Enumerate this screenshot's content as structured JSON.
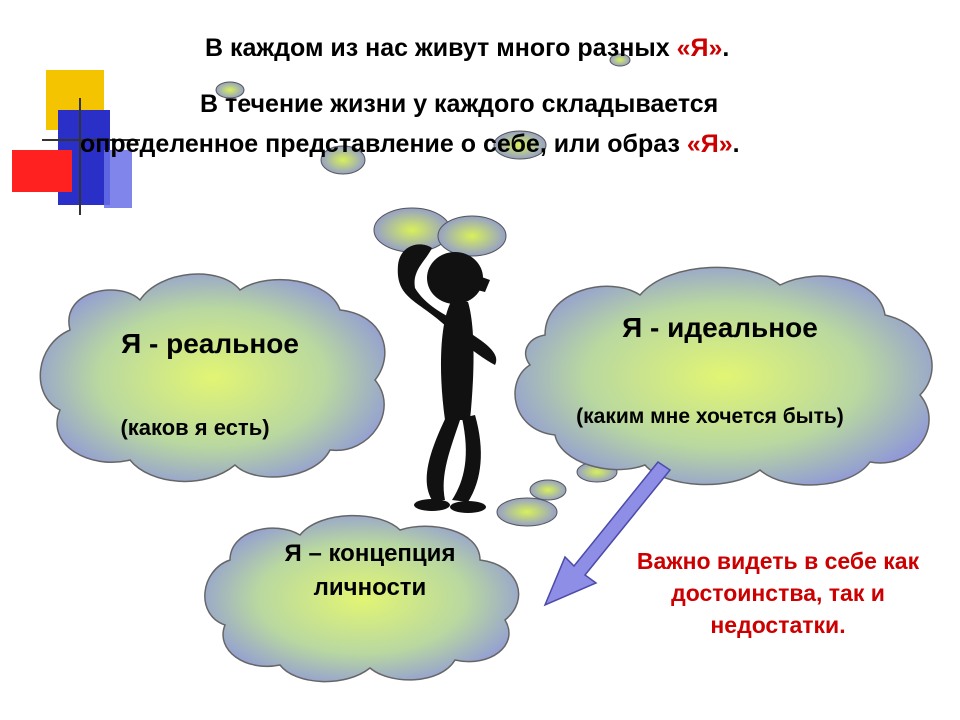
{
  "header": {
    "line1_text": "В каждом из нас живут много разных ",
    "line1_highlight": "«Я»",
    "line1_end": ".",
    "line2_text": "В течение жизни у каждого складывается",
    "line3_text": "определенное представление о себе, или образ ",
    "line3_highlight": "«Я»",
    "line3_end": "."
  },
  "clouds": {
    "real_title": "Я - реальное",
    "real_subtitle": "(каков я есть)",
    "ideal_title": "Я - идеальное",
    "ideal_subtitle": "(каким мне хочется быть)",
    "concept_label": "Я – концепция личности"
  },
  "note": "Важно видеть в себе как достоинства, так и недостатки.",
  "colors": {
    "accent_red": "#cc0000",
    "cloud_blue": "#8a8fdf",
    "cloud_green": "#d9f066",
    "arrow_blue": "#8e8ee6"
  },
  "icons": {
    "logo": "corner-squares-logo",
    "figure": "thinking-stick-figure-icon",
    "arrow": "down-left-arrow-icon"
  }
}
